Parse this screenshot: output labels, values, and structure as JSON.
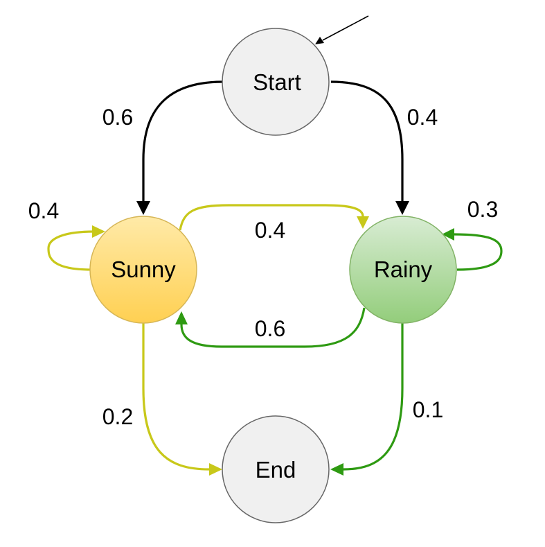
{
  "colors": {
    "black_edge": "#000000",
    "yellow_edge": "#c8c81a",
    "green_edge": "#2e9a12",
    "neutral_fill": "#f0f0f0",
    "neutral_stroke": "#666666",
    "sunny_fill_top": "#ffeaa8",
    "sunny_fill_bottom": "#ffd052",
    "sunny_stroke": "#d6b656",
    "rainy_fill_top": "#d8ecd3",
    "rainy_fill_bottom": "#93cd7b",
    "rainy_stroke": "#82b366"
  },
  "nodes": {
    "start": {
      "label": "Start"
    },
    "sunny": {
      "label": "Sunny"
    },
    "rainy": {
      "label": "Rainy"
    },
    "end": {
      "label": "End"
    }
  },
  "edges": {
    "start_to_sunny": {
      "label": "0.6"
    },
    "start_to_rainy": {
      "label": "0.4"
    },
    "sunny_to_sunny": {
      "label": "0.4"
    },
    "sunny_to_rainy": {
      "label": "0.4"
    },
    "rainy_to_rainy": {
      "label": "0.3"
    },
    "rainy_to_sunny": {
      "label": "0.6"
    },
    "sunny_to_end": {
      "label": "0.2"
    },
    "rainy_to_end": {
      "label": "0.1"
    }
  }
}
